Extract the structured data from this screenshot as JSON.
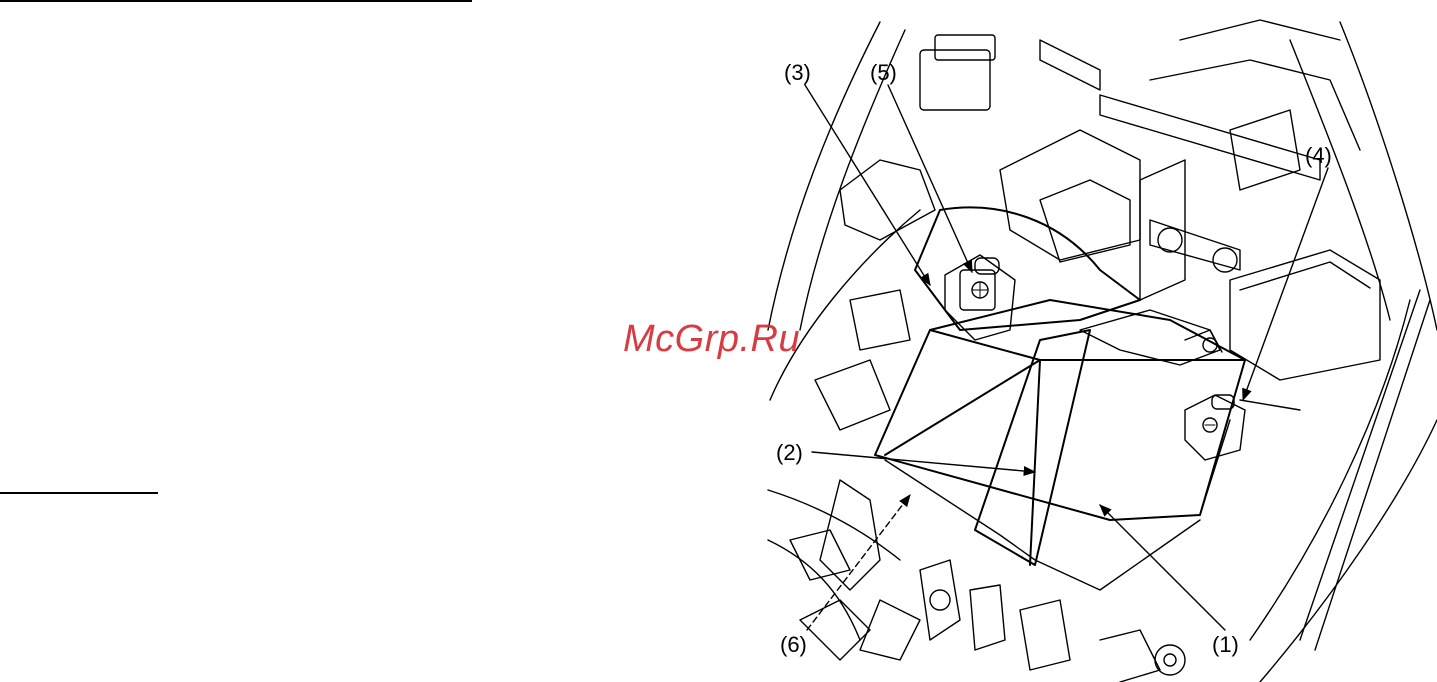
{
  "watermark": "McGrp.Ru",
  "callouts": {
    "c1": "(1)",
    "c2": "(2)",
    "c3": "(3)",
    "c4": "(4)",
    "c5": "(5)",
    "c6": "(6)"
  }
}
